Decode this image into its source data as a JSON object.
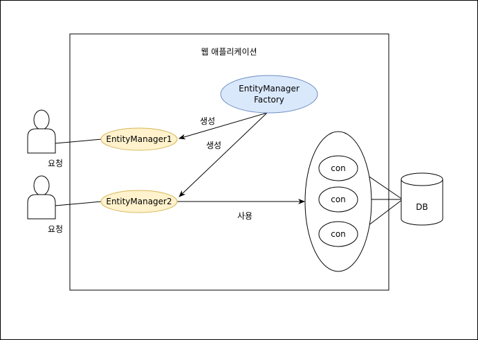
{
  "webapp": {
    "title": "웹 애플리케이션"
  },
  "factory": {
    "line1": "EntityManager",
    "line2": "Factory",
    "fill": "#dae8fc",
    "stroke": "#6c8ebf"
  },
  "em1": {
    "label": "EntityManager1",
    "fill": "#fff2cc",
    "stroke": "#d6b656"
  },
  "em2": {
    "label": "EntityManager2",
    "fill": "#fff2cc",
    "stroke": "#d6b656"
  },
  "edges": {
    "create1": "생성",
    "create2": "생성",
    "use": "사용"
  },
  "users": [
    {
      "label": "요청"
    },
    {
      "label": "요청"
    }
  ],
  "pool": {
    "connections": [
      {
        "label": "con"
      },
      {
        "label": "con"
      },
      {
        "label": "con"
      }
    ]
  },
  "db": {
    "label": "DB"
  }
}
